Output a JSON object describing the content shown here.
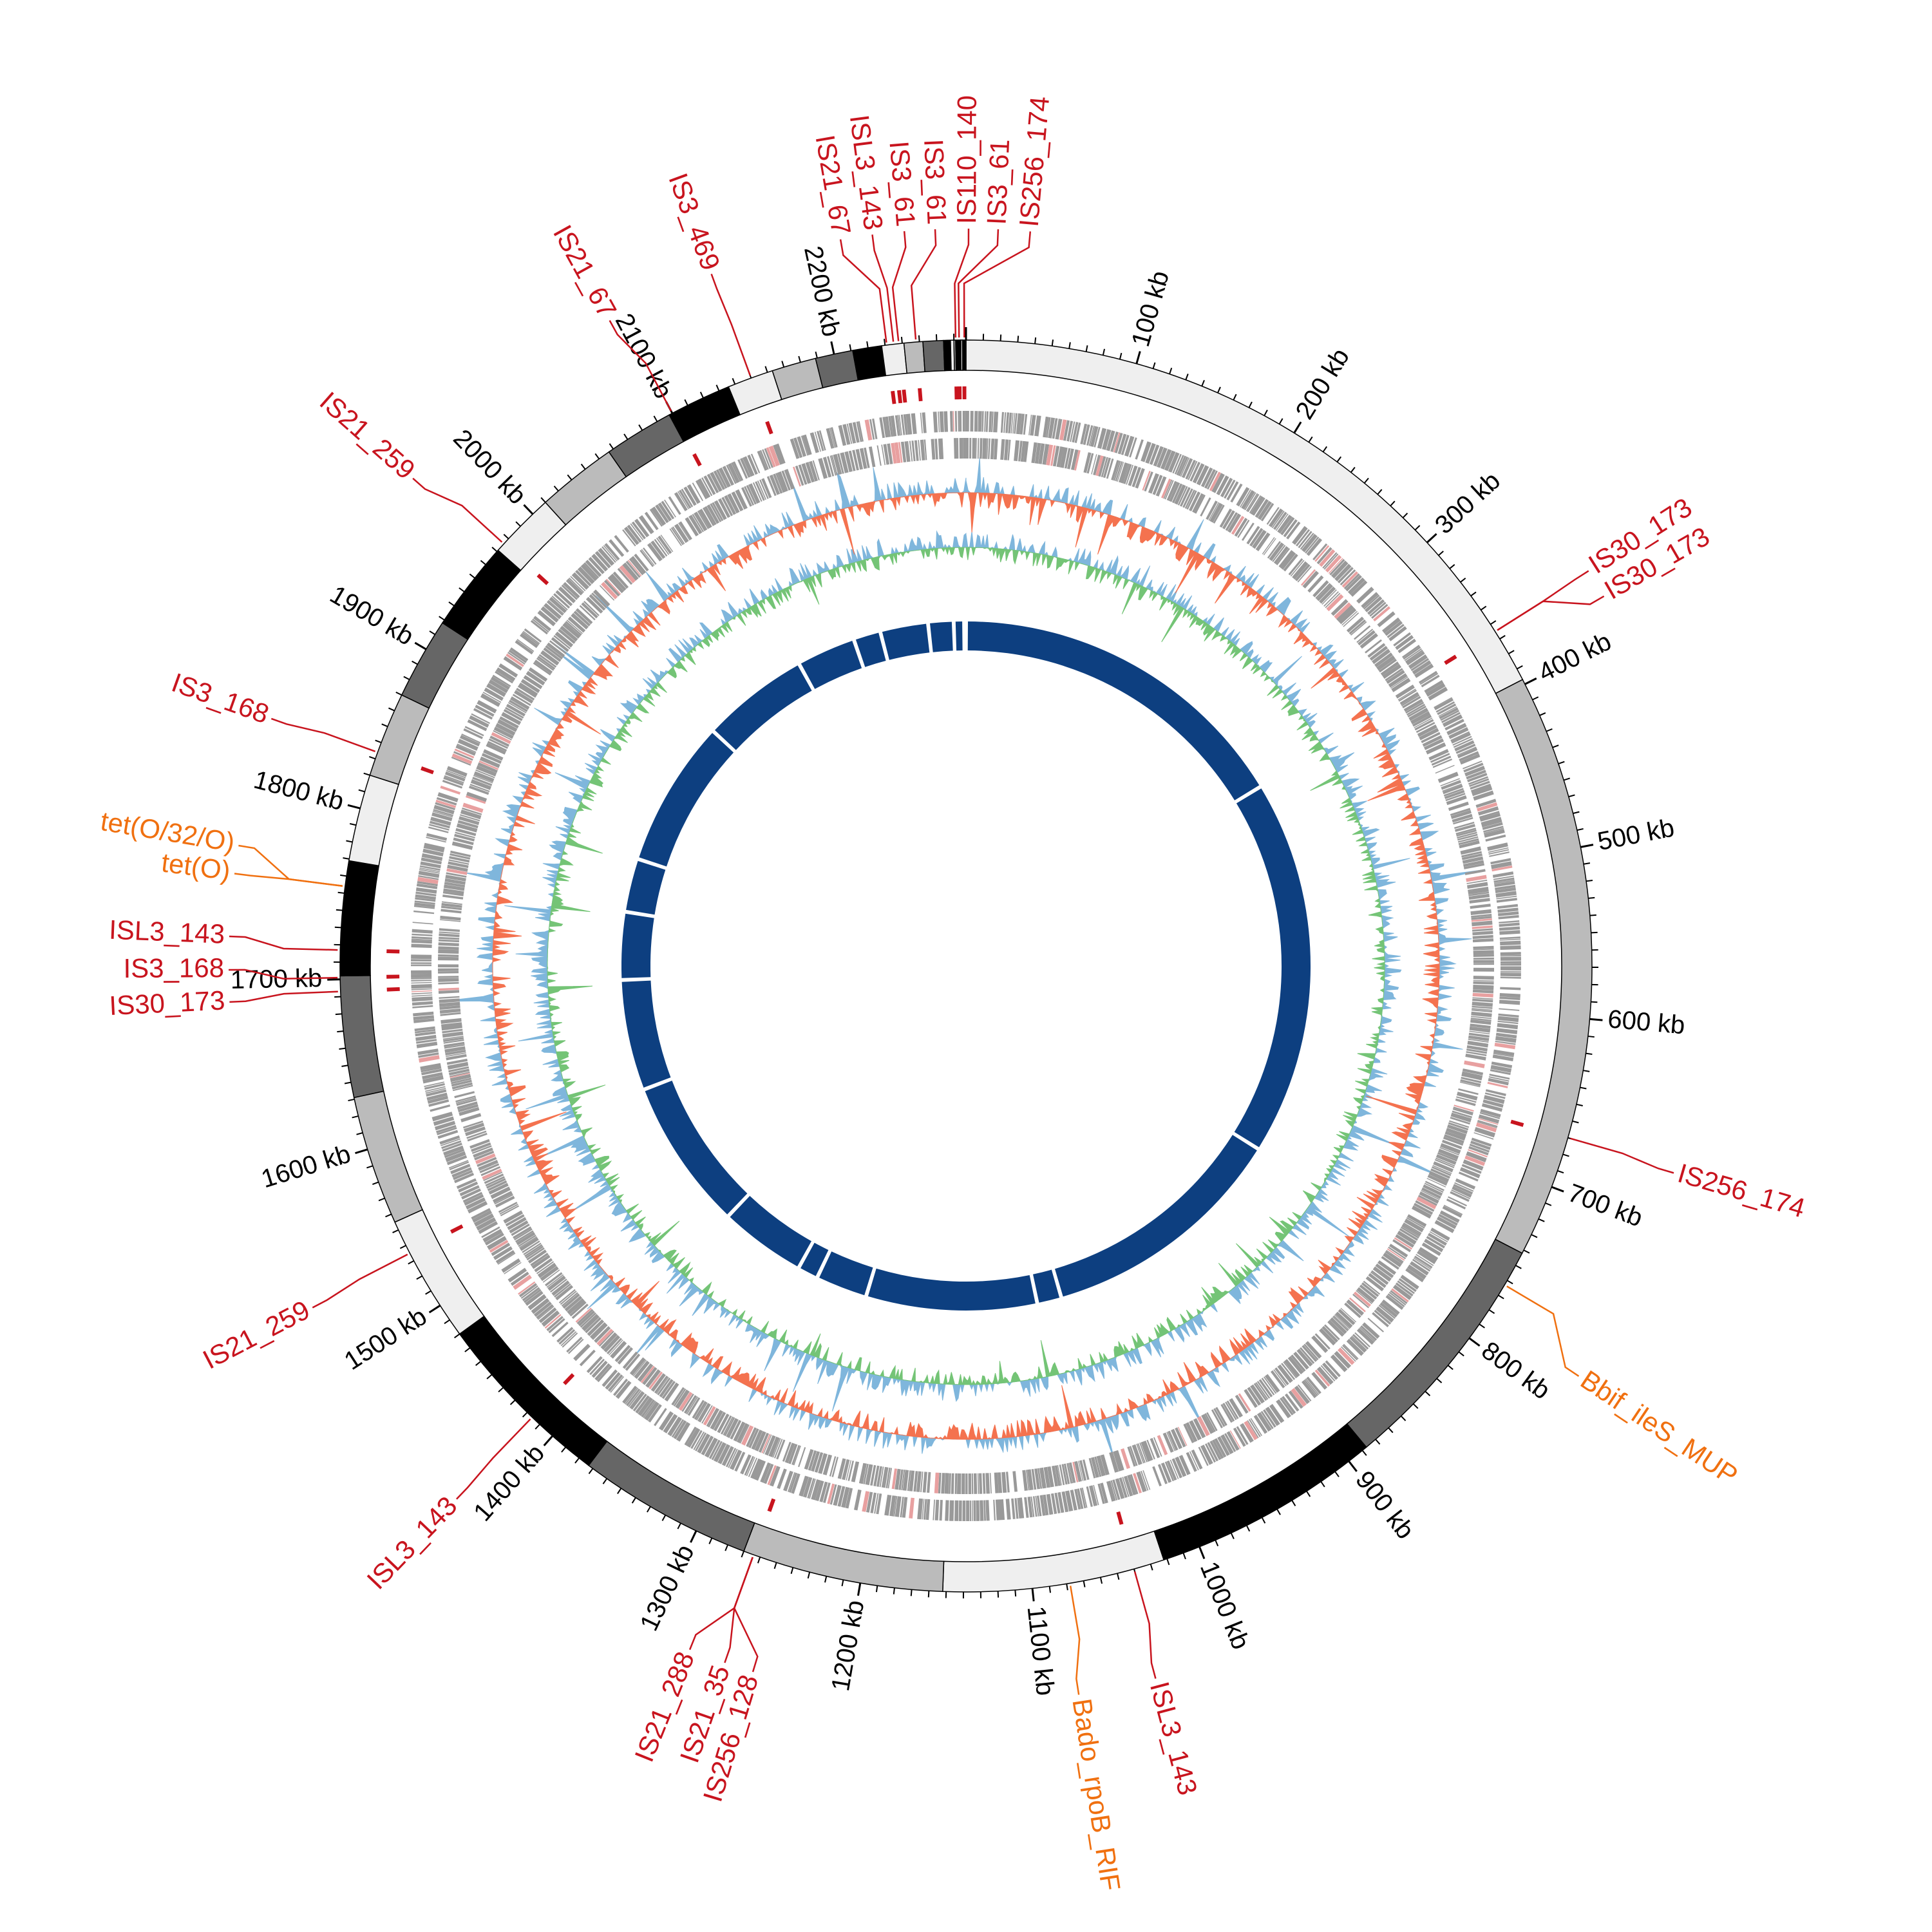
{
  "genome": {
    "length_kb": 2277,
    "tick_major_kb": 100,
    "tick_minor_kb": 10,
    "tick_labels": [
      "100 kb",
      "200 kb",
      "300 kb",
      "400 kb",
      "500 kb",
      "600 kb",
      "700 kb",
      "800 kb",
      "900 kb",
      "1000 kb",
      "1100 kb",
      "1200 kb",
      "1300 kb",
      "1400 kb",
      "1500 kb",
      "1600 kb",
      "1700 kb",
      "1800 kb",
      "1900 kb",
      "2000 kb",
      "2100 kb",
      "2200 kb"
    ]
  },
  "bands": [
    {
      "start": 0,
      "end": 397,
      "shade": "#efefef"
    },
    {
      "start": 397,
      "end": 742,
      "shade": "#bbbbbb"
    },
    {
      "start": 742,
      "end": 887,
      "shade": "#666666"
    },
    {
      "start": 887,
      "end": 1022,
      "shade": "#000000"
    },
    {
      "start": 1022,
      "end": 1152,
      "shade": "#efefef"
    },
    {
      "start": 1152,
      "end": 1270,
      "shade": "#bbbbbb"
    },
    {
      "start": 1270,
      "end": 1373,
      "shade": "#666666"
    },
    {
      "start": 1373,
      "end": 1480,
      "shade": "#000000"
    },
    {
      "start": 1480,
      "end": 1555,
      "shade": "#efefef"
    },
    {
      "start": 1555,
      "end": 1631,
      "shade": "#bbbbbb"
    },
    {
      "start": 1631,
      "end": 1702,
      "shade": "#666666"
    },
    {
      "start": 1702,
      "end": 1769,
      "shade": "#000000"
    },
    {
      "start": 1769,
      "end": 1820,
      "shade": "#efefef"
    },
    {
      "start": 1820,
      "end": 1870,
      "shade": "#bbbbbb"
    },
    {
      "start": 1870,
      "end": 1918,
      "shade": "#666666"
    },
    {
      "start": 1918,
      "end": 1971,
      "shade": "#000000"
    },
    {
      "start": 1971,
      "end": 2010,
      "shade": "#efefef"
    },
    {
      "start": 2010,
      "end": 2057,
      "shade": "#bbbbbb"
    },
    {
      "start": 2057,
      "end": 2098,
      "shade": "#666666"
    },
    {
      "start": 2098,
      "end": 2136,
      "shade": "#000000"
    },
    {
      "start": 2136,
      "end": 2163,
      "shade": "#efefef"
    },
    {
      "start": 2163,
      "end": 2189,
      "shade": "#bbbbbb"
    },
    {
      "start": 2189,
      "end": 2211,
      "shade": "#666666"
    },
    {
      "start": 2211,
      "end": 2228,
      "shade": "#000000"
    },
    {
      "start": 2228,
      "end": 2241,
      "shade": "#efefef"
    },
    {
      "start": 2241,
      "end": 2252,
      "shade": "#bbbbbb"
    },
    {
      "start": 2252,
      "end": 2264,
      "shade": "#666666"
    },
    {
      "start": 2264,
      "end": 2268,
      "shade": "#000000"
    },
    {
      "start": 2268,
      "end": 2270,
      "shade": "#efefef"
    },
    {
      "start": 2270,
      "end": 2271,
      "shade": "#bbbbbb"
    },
    {
      "start": 2271,
      "end": 2274,
      "shade": "#000000"
    },
    {
      "start": 2274,
      "end": 2275,
      "shade": "#efefef"
    },
    {
      "start": 2275,
      "end": 2277,
      "shade": "#000000"
    }
  ],
  "annotations": [
    {
      "label": "IS21_67",
      "kb": 2231,
      "type": "IS"
    },
    {
      "label": "ISL3_143",
      "kb": 2235,
      "type": "IS"
    },
    {
      "label": "IS3_61",
      "kb": 2238,
      "type": "IS"
    },
    {
      "label": "IS3_61",
      "kb": 2248,
      "type": "IS"
    },
    {
      "label": "IS110_140",
      "kb": 2271,
      "type": "IS"
    },
    {
      "label": "IS3_61",
      "kb": 2273,
      "type": "IS"
    },
    {
      "label": "IS256_174",
      "kb": 2276,
      "type": "IS"
    },
    {
      "label": "IS3_469",
      "kb": 2150,
      "type": "IS"
    },
    {
      "label": "IS21_67",
      "kb": 2100,
      "type": "IS"
    },
    {
      "label": "IS21_259",
      "kb": 1976,
      "type": "IS"
    },
    {
      "label": "IS3_168",
      "kb": 1834,
      "type": "IS"
    },
    {
      "label": "tet(O/32/O)",
      "kb": 1754,
      "type": "ARG"
    },
    {
      "label": "tet(O)",
      "kb": 1754,
      "type": "ARG"
    },
    {
      "label": "ISL3_143",
      "kb": 1717,
      "type": "IS"
    },
    {
      "label": "IS3_168",
      "kb": 1701,
      "type": "IS"
    },
    {
      "label": "IS30_173",
      "kb": 1693,
      "type": "IS"
    },
    {
      "label": "IS21_259",
      "kb": 1535,
      "type": "IS"
    },
    {
      "label": "ISL3_143",
      "kb": 1416,
      "type": "IS"
    },
    {
      "label": "IS21_288",
      "kb": 1264,
      "type": "IS"
    },
    {
      "label": "IS21_35",
      "kb": 1264,
      "type": "IS"
    },
    {
      "label": "IS256_128",
      "kb": 1264,
      "type": "IS"
    },
    {
      "label": "Bado_rpoB_RIF",
      "kb": 1078,
      "type": "ARG"
    },
    {
      "label": "ISL3_143",
      "kb": 1040,
      "type": "IS"
    },
    {
      "label": "Bbif_ileS_MUP",
      "kb": 763,
      "type": "ARG"
    },
    {
      "label": "IS256_174",
      "kb": 670,
      "type": "IS"
    },
    {
      "label": "IS30_173",
      "kb": 365,
      "type": "IS"
    },
    {
      "label": "IS30_173",
      "kb": 365,
      "type": "IS"
    }
  ],
  "inner_blocks": {
    "gaps_kb": [
      371,
      772,
      1037,
      1063,
      1245,
      1300,
      1322,
      1414,
      1575,
      1693,
      1765,
      1822,
      1979,
      2094,
      2157,
      2186,
      2237,
      2264,
      2275
    ]
  },
  "colors": {
    "IS": "#c8141e",
    "ARG": "#f07010",
    "genes": "#999999",
    "gene_highlight": "#e8a0a0",
    "skew_pos": "#7fb6dc",
    "skew_neg": "#f4724f",
    "gc_pos": "#7fb6dc",
    "gc_neg": "#74c476",
    "inner_blocks": "#0d3f80"
  }
}
